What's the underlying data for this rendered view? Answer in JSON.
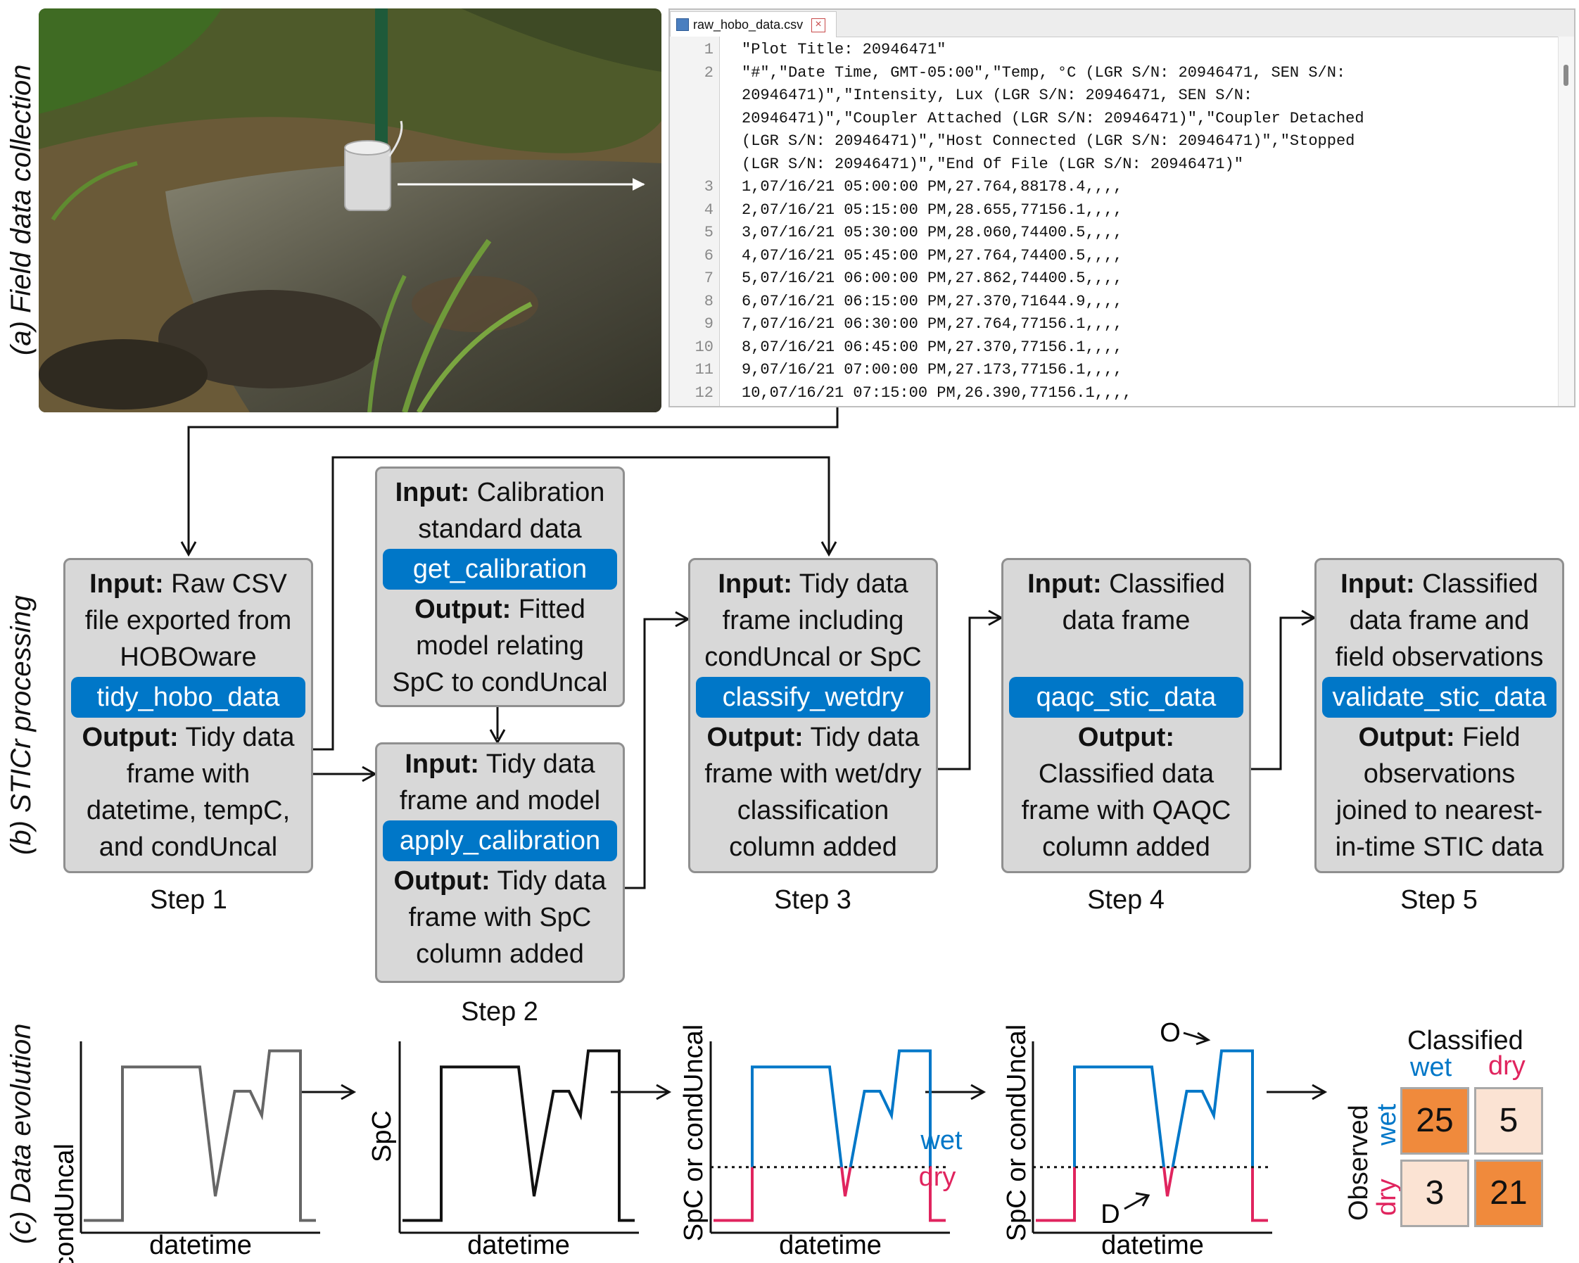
{
  "labels": {
    "panel_a": "(a) Field data collection",
    "panel_b": "(b) STICr processing",
    "panel_c": "(c) Data evolution"
  },
  "csv_window": {
    "filename": "raw_hobo_data.csv",
    "lines": [
      {
        "n": "1",
        "text": "\"Plot Title: 20946471\""
      },
      {
        "n": "2",
        "text": "\"#\",\"Date Time, GMT-05:00\",\"Temp, °C (LGR S/N: 20946471, SEN S/N:"
      },
      {
        "n": "",
        "text": "20946471)\",\"Intensity, Lux (LGR S/N: 20946471, SEN S/N:"
      },
      {
        "n": "",
        "text": "20946471)\",\"Coupler Attached (LGR S/N: 20946471)\",\"Coupler Detached"
      },
      {
        "n": "",
        "text": "(LGR S/N: 20946471)\",\"Host Connected (LGR S/N: 20946471)\",\"Stopped"
      },
      {
        "n": "",
        "text": "(LGR S/N: 20946471)\",\"End Of File (LGR S/N: 20946471)\""
      },
      {
        "n": "3",
        "text": "1,07/16/21 05:00:00 PM,27.764,88178.4,,,,"
      },
      {
        "n": "4",
        "text": "2,07/16/21 05:15:00 PM,28.655,77156.1,,,,"
      },
      {
        "n": "5",
        "text": "3,07/16/21 05:30:00 PM,28.060,74400.5,,,,"
      },
      {
        "n": "6",
        "text": "4,07/16/21 05:45:00 PM,27.764,74400.5,,,,"
      },
      {
        "n": "7",
        "text": "5,07/16/21 06:00:00 PM,27.862,74400.5,,,,"
      },
      {
        "n": "8",
        "text": "6,07/16/21 06:15:00 PM,27.370,71644.9,,,,"
      },
      {
        "n": "9",
        "text": "7,07/16/21 06:30:00 PM,27.764,77156.1,,,,"
      },
      {
        "n": "10",
        "text": "8,07/16/21 06:45:00 PM,27.370,77156.1,,,,"
      },
      {
        "n": "11",
        "text": "9,07/16/21 07:00:00 PM,27.173,77156.1,,,,"
      },
      {
        "n": "12",
        "text": "10,07/16/21 07:15:00 PM,26.390,77156.1,,,,"
      }
    ]
  },
  "steps": {
    "step1": {
      "input_label": "Input:",
      "input_l1": " Raw CSV",
      "input_l2": "file exported from",
      "input_l3": "HOBOware",
      "fn": "tidy_hobo_data",
      "output_label": "Output:",
      "output_l1": " Tidy data",
      "output_l2": "frame with",
      "output_l3": "datetime, tempC,",
      "output_l4": "and condUncal",
      "caption": "Step 1"
    },
    "step2a": {
      "input_label": "Input:",
      "input_l1": " Calibration",
      "input_l2": "standard data",
      "fn": "get_calibration",
      "output_label": "Output:",
      "output_l1": " Fitted",
      "output_l2": "model relating",
      "output_l3": "SpC to condUncal"
    },
    "step2b": {
      "input_label": "Input:",
      "input_l1": " Tidy data",
      "input_l2": "frame and model",
      "fn": "apply_calibration",
      "output_label": "Output:",
      "output_l1": " Tidy data",
      "output_l2": "frame with SpC",
      "output_l3": "column added",
      "caption": "Step 2"
    },
    "step3": {
      "input_label": "Input:",
      "input_l1": " Tidy data",
      "input_l2": "frame including",
      "input_l3": "condUncal or SpC",
      "fn": "classify_wetdry",
      "output_label": "Output:",
      "output_l1": " Tidy data",
      "output_l2": "frame with wet/dry",
      "output_l3": "classification",
      "output_l4": "column added",
      "caption": "Step 3"
    },
    "step4": {
      "input_label": "Input:",
      "input_l1": " Classified",
      "input_l2": "data frame",
      "fn": "qaqc_stic_data",
      "output_label": "Output:",
      "output_l2": "Classified data",
      "output_l3": "frame with QAQC",
      "output_l4": "column added",
      "caption": "Step 4"
    },
    "step5": {
      "input_label": "Input:",
      "input_l1": " Classified",
      "input_l2": "data frame and",
      "input_l3": "field observations",
      "fn": "validate_stic_data",
      "output_label": "Output:",
      "output_l1": " Field",
      "output_l2": "observations",
      "output_l3": "joined to nearest-",
      "output_l4": "in-time STIC data",
      "caption": "Step 5"
    }
  },
  "plots": {
    "xlabel": "datetime",
    "p1_ylabel": "condUncal",
    "p2_ylabel": "SpC",
    "p3_ylabel": "SpC or condUncal",
    "p4_ylabel": "SpC or condUncal",
    "wet": "wet",
    "dry": "dry",
    "marker_o": "O",
    "marker_d": "D"
  },
  "matrix": {
    "title": "Classified",
    "observed": "Observed",
    "col_wet": "wet",
    "col_dry": "dry",
    "row_wet": "wet",
    "row_dry": "dry",
    "values": [
      [
        "25",
        "5"
      ],
      [
        "3",
        "21"
      ]
    ]
  },
  "colors": {
    "wet": "#0077c8",
    "dry": "#e0245e",
    "gray_line": "#666666",
    "matrix_dark": "#f08a3c",
    "matrix_light": "#fbe3d3"
  },
  "chart_data": {
    "type": "line",
    "title": "",
    "xlabel": "datetime",
    "ylabel": "condUncal",
    "x": [
      0,
      1,
      1,
      2,
      3,
      3.4,
      3.9,
      4.3,
      4.6,
      4.8,
      5.6,
      5.6,
      6
    ],
    "y": [
      0.05,
      0.05,
      1,
      1,
      1,
      0.2,
      0.85,
      0.85,
      0.7,
      1.1,
      1.1,
      0.05,
      0.05
    ],
    "threshold": 0.38
  }
}
